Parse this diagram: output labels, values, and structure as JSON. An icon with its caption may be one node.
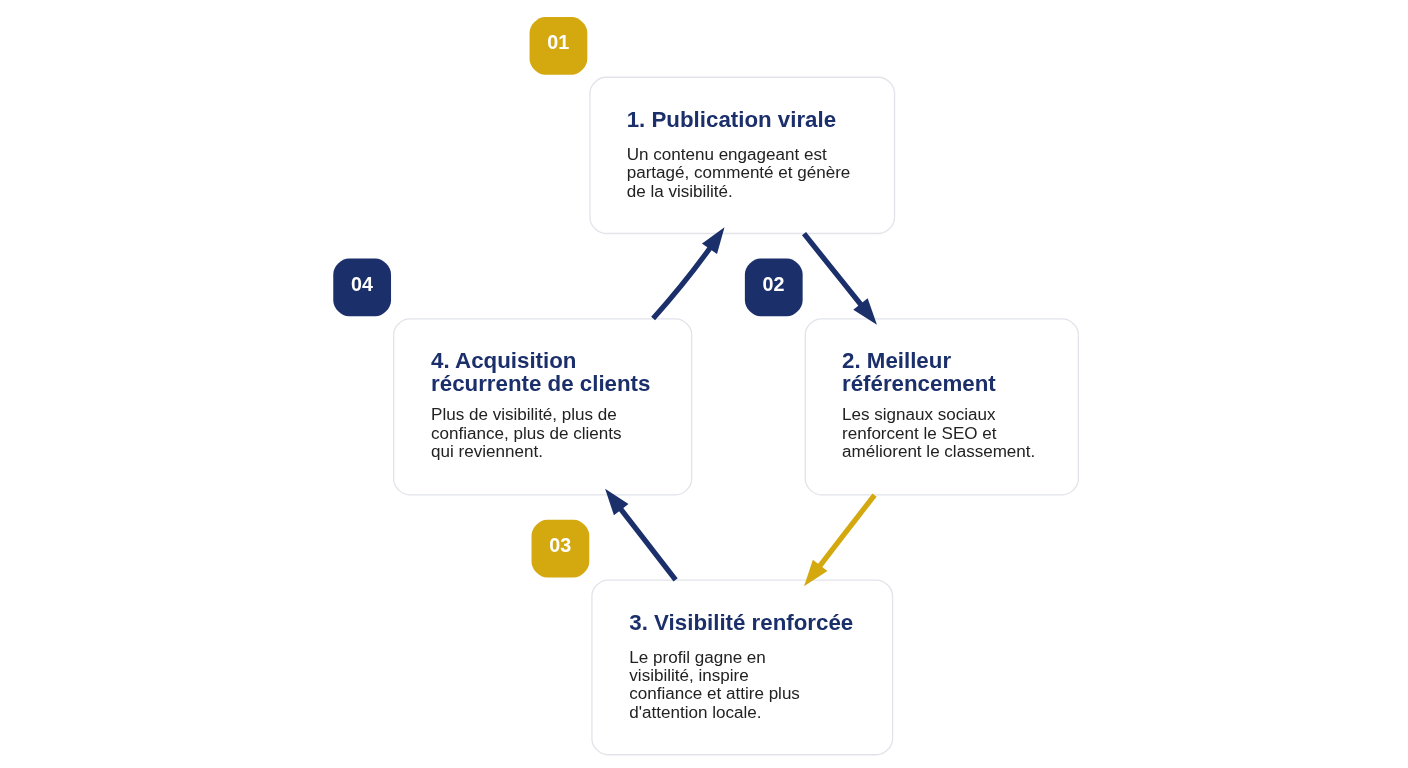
{
  "diagram": {
    "nodes": [
      {
        "text": [
          "1. Publication virale",
          "Un contenu engageant est partagé, commenté et génère de la visibilité."
        ],
        "beside": [
          "01"
        ]
      },
      {
        "text": [
          "2. Meilleur référencement",
          "Les signaux sociaux renforcent le SEO et améliorent le classement."
        ],
        "beside": [
          "02"
        ]
      },
      {
        "text": [
          "3. Visibilité renforcée",
          "Le profil gagne en visibilité, inspire confiance et attire plus d'attention locale."
        ],
        "beside": [
          "03"
        ]
      },
      {
        "text": [
          "4. Acquisition récurrente de clients",
          "Plus de visibilité, plus de confiance, plus de clients qui reviennent."
        ],
        "beside": [
          "04"
        ]
      }
    ],
    "edges": [
      {
        "from": 0,
        "to": 1,
        "arrow": "to"
      },
      {
        "from": 1,
        "to": 2,
        "arrow": "to",
        "color": "#d4a80f"
      },
      {
        "from": 2,
        "to": 3,
        "arrow": "to"
      },
      {
        "from": 3,
        "to": 0,
        "arrow": "to"
      }
    ]
  }
}
